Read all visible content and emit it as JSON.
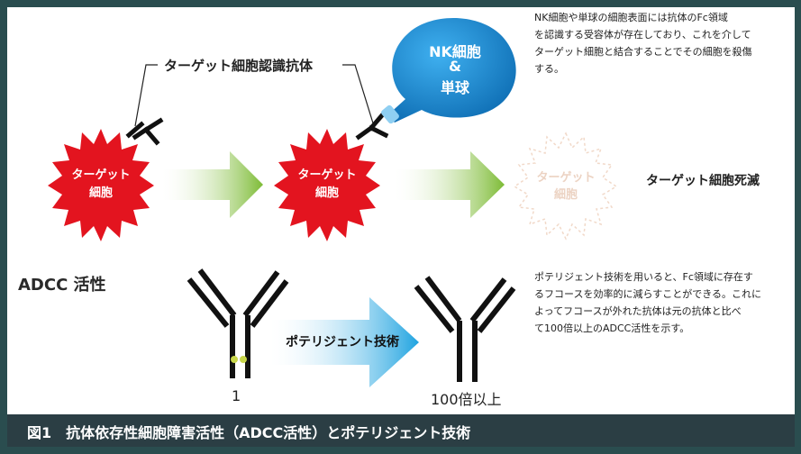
{
  "diagram": {
    "antibody_label": "ターゲット細胞認識抗体",
    "nk_label_line1": "NK細胞",
    "nk_label_line2": "&",
    "nk_label_line3": "単球",
    "cell1_line1": "ターゲット",
    "cell1_line2": "細胞",
    "cell2_line1": "ターゲット",
    "cell2_line2": "細胞",
    "cell3_line1": "ターゲット",
    "cell3_line2": "細胞",
    "death_label": "ターゲット細胞死滅",
    "adcc_label": "ADCC 活性",
    "potelligent_label": "ポテリジェント技術",
    "value_left": "1",
    "value_right": "100倍以上",
    "note_top": [
      "NK細胞や単球の細胞表面には抗体のFc領域",
      "を認識する受容体が存在しており、これを介して",
      "ターゲット細胞と結合することでその細胞を殺傷",
      "する。"
    ],
    "note_bottom": [
      "ポテリジェント技術を用いると、Fc領域に存在す",
      "るフコースを効率的に減らすことができる。これに",
      "よってフコースが外れた抗体は元の抗体と比べ",
      "て100倍以上のADCC活性を示す。"
    ],
    "colors": {
      "cell_red": "#e8202a",
      "nk_blue": "#1f8fd8",
      "arrow_green": "#8cc63f",
      "arrow_blue": "#29a8e0",
      "fucose_yellow": "#c8d64a",
      "caption_bg": "#2b3e44"
    }
  },
  "caption": {
    "figure_title": "図1　抗体依存性細胞障害活性（ADCC活性）とポテリジェント技術"
  }
}
